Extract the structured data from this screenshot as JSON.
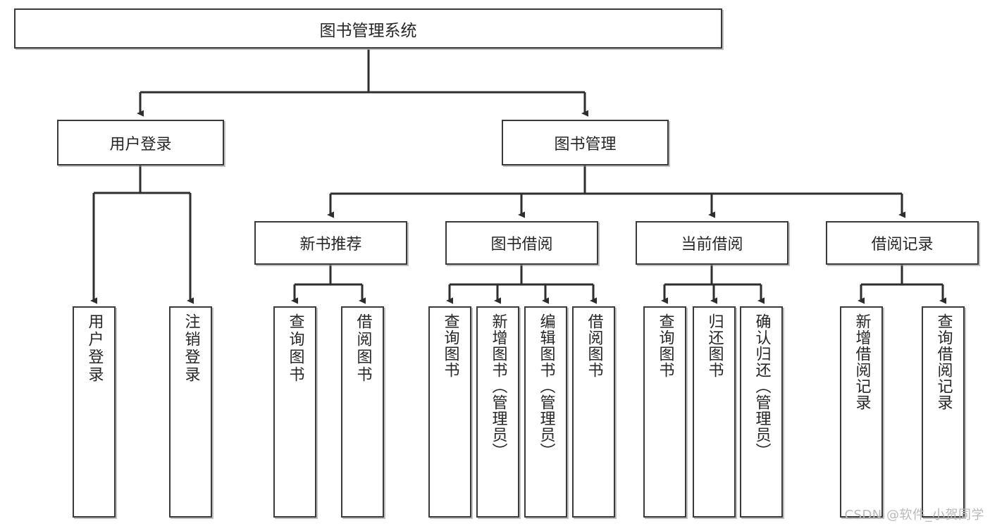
{
  "diagram": {
    "title_node": {
      "label": "图书管理系统"
    },
    "level1": [
      {
        "id": "user-login",
        "label": "用户登录"
      },
      {
        "id": "book-manage",
        "label": "图书管理"
      }
    ],
    "level2": [
      {
        "id": "new-book-rec",
        "label": "新书推荐"
      },
      {
        "id": "book-borrow",
        "label": "图书借阅"
      },
      {
        "id": "current-borrow",
        "label": "当前借阅"
      },
      {
        "id": "borrow-record",
        "label": "借阅记录"
      }
    ],
    "leaves": {
      "user_login": [
        {
          "id": "leaf-user-login",
          "label": "用户登录"
        },
        {
          "id": "leaf-logout-login",
          "label": "注销登录"
        }
      ],
      "new_book_rec": [
        {
          "id": "leaf-query-book-1",
          "label": "查询图书"
        },
        {
          "id": "leaf-borrow-book-1",
          "label": "借阅图书"
        }
      ],
      "book_borrow": [
        {
          "id": "leaf-query-book-2",
          "label": "查询图书"
        },
        {
          "id": "leaf-add-book",
          "label": "新增图书（管理员）"
        },
        {
          "id": "leaf-edit-book",
          "label": "编辑图书（管理员）"
        },
        {
          "id": "leaf-borrow-book-2",
          "label": "借阅图书"
        }
      ],
      "current_borrow": [
        {
          "id": "leaf-query-book-3",
          "label": "查询图书"
        },
        {
          "id": "leaf-return-book",
          "label": "归还图书"
        },
        {
          "id": "leaf-confirm-return",
          "label": "确认归还（管理员）"
        }
      ],
      "borrow_record": [
        {
          "id": "leaf-add-record",
          "label": "新增借阅记录"
        },
        {
          "id": "leaf-query-record",
          "label": "查询借阅记录"
        }
      ]
    }
  },
  "watermark": {
    "text": "CSDN @软件_小贺同学"
  },
  "colors": {
    "stroke": "#3a3a3a",
    "fill": "#ffffff",
    "text": "#262626",
    "watermark": "#b9b9b9",
    "background": "#ffffff"
  }
}
